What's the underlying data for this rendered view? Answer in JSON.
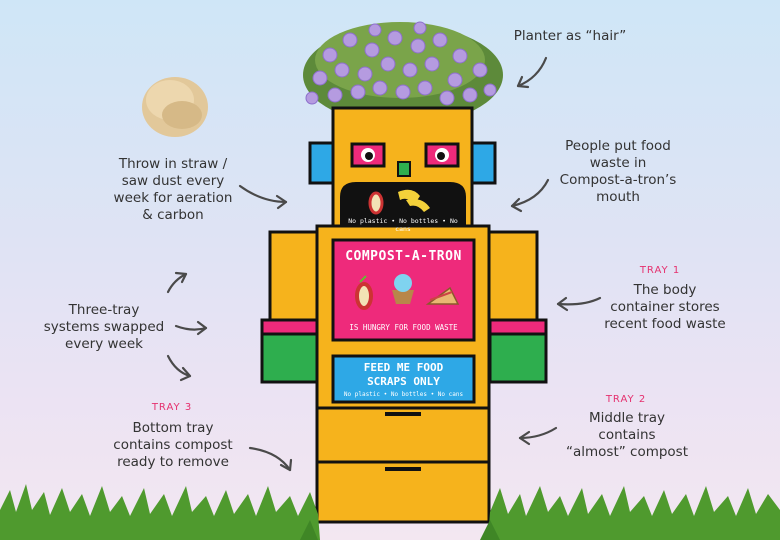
{
  "robot": {
    "mouth_caption": "No plastic • No bottles • No cans",
    "sign_title": "COMPOST-A-TRON",
    "sign_caption": "IS HUNGRY FOR FOOD WASTE",
    "feed_title_line1": "FEED ME FOOD",
    "feed_title_line2": "SCRAPS ONLY",
    "feed_caption": "No plastic • No bottles • No cans"
  },
  "annotations": {
    "planter": "Planter as “hair”",
    "mouth_line1": "People put food",
    "mouth_line2": "waste in",
    "mouth_line3": "Compost-a-tron’s",
    "mouth_line4": "mouth",
    "straw_line1": "Throw in straw /",
    "straw_line2": "saw dust every",
    "straw_line3": "week for aeration",
    "straw_line4": "& carbon",
    "system_line1": "Three-tray",
    "system_line2": "systems swapped",
    "system_line3": "every week",
    "tray1_tag": "TRAY 1",
    "tray1_line1": "The body",
    "tray1_line2": "container stores",
    "tray1_line3": "recent food waste",
    "tray2_tag": "TRAY 2",
    "tray2_line1": "Middle tray",
    "tray2_line2": "contains",
    "tray2_line3": "“almost” compost",
    "tray3_tag": "TRAY 3",
    "tray3_line1": "Bottom tray",
    "tray3_line2": "contains compost",
    "tray3_line3": "ready to remove"
  },
  "colors": {
    "robot_yellow": "#f6b31c",
    "pink": "#ee2a7b",
    "blue": "#2ea8e6",
    "green": "#2eae4e",
    "outline": "#111111",
    "tray_label": "#e5306e"
  }
}
